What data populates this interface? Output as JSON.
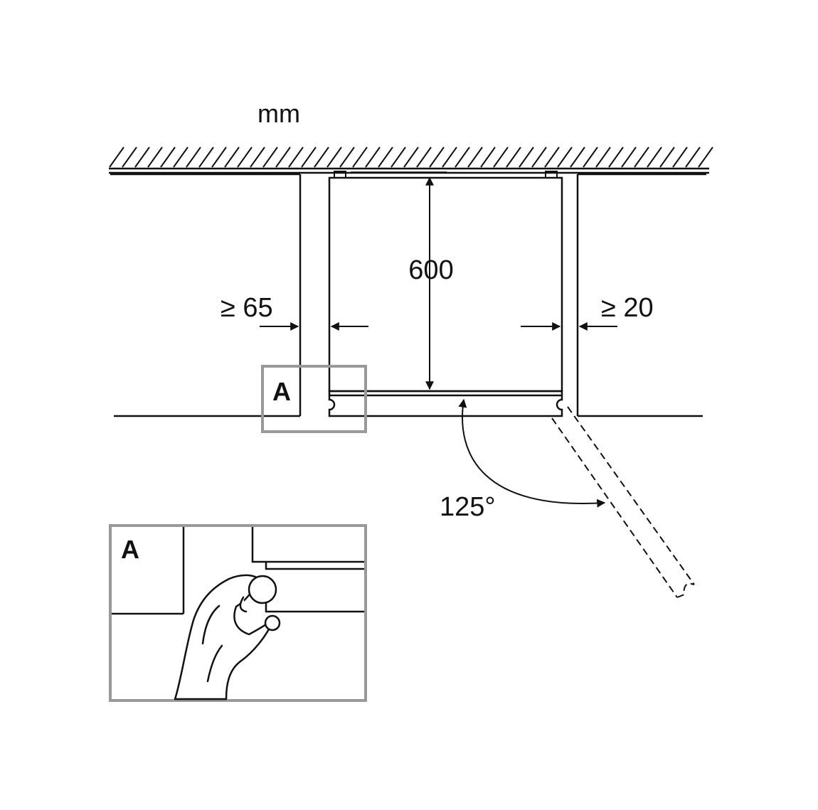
{
  "unit_label": "mm",
  "dimensions": {
    "depth": "600",
    "left_gap": "≥ 65",
    "right_gap": "≥ 20",
    "door_angle": "125°"
  },
  "detail": {
    "callout_letter": "A",
    "inset_letter": "A"
  },
  "colors": {
    "line": "#111111",
    "callout_box": "#999999"
  }
}
